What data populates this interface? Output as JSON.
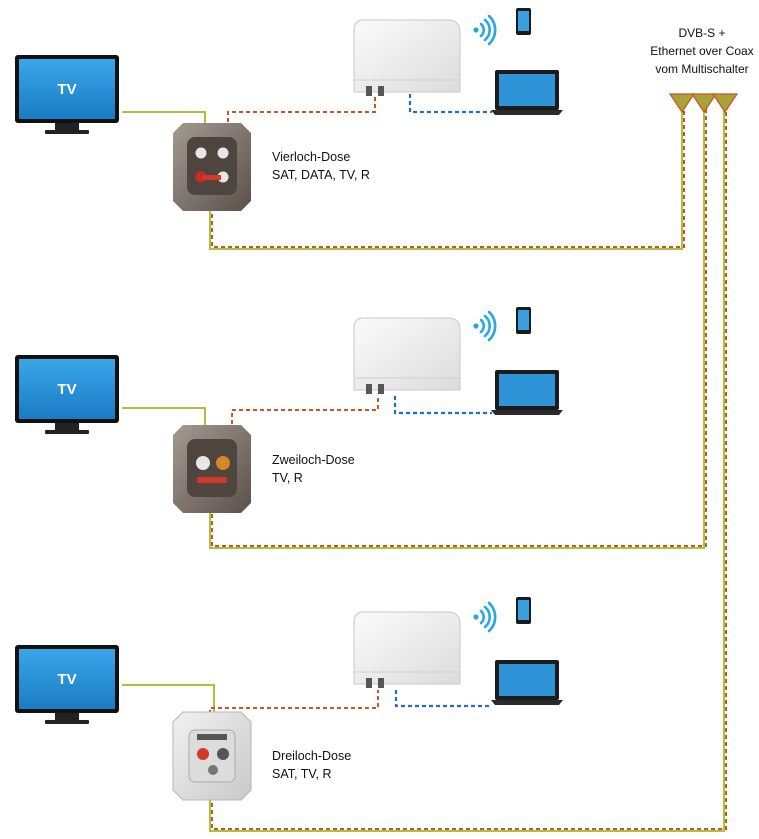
{
  "colors": {
    "tv_line": "#a9c33c",
    "coax_dash": "#c8561f",
    "ethernet_dash": "#1f6fc4",
    "tv_screen": "#1f8fd6",
    "wifi": "#29a8e0"
  },
  "source": {
    "line1": "DVB-S +",
    "line2": "Ethernet over Coax",
    "line3": "vom Multischalter"
  },
  "sections": [
    {
      "tv_label": "TV",
      "outlet_name": "Vierloch-Dose",
      "outlet_ports": "SAT, DATA, TV, R"
    },
    {
      "tv_label": "TV",
      "outlet_name": "Zweiloch-Dose",
      "outlet_ports": "TV, R"
    },
    {
      "tv_label": "TV",
      "outlet_name": "Dreiloch-Dose",
      "outlet_ports": "SAT, TV, R"
    }
  ],
  "icons": {
    "modem": "modem-icon",
    "wifi": "wifi-icon",
    "smartphone": "smartphone-icon",
    "laptop": "laptop-icon",
    "tv": "tv-icon",
    "outlet": "wall-outlet-icon"
  }
}
